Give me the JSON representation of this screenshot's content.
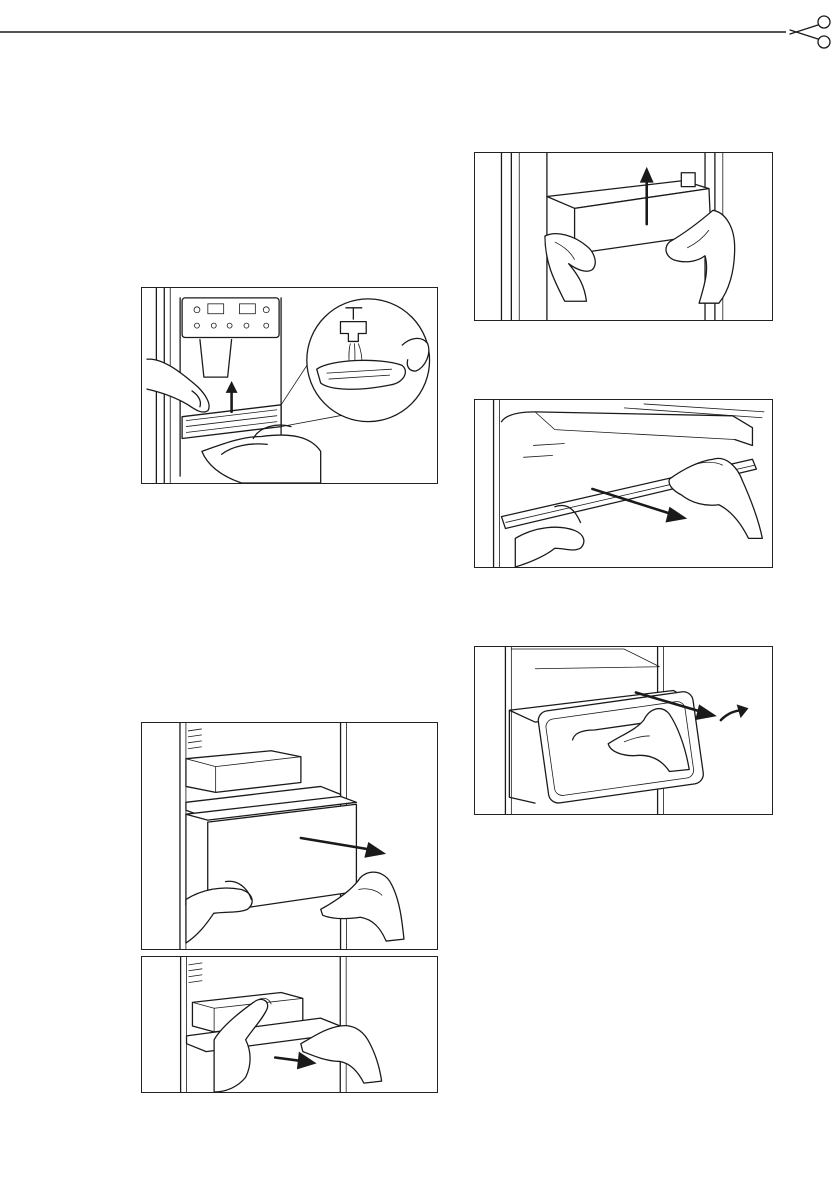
{
  "page": {
    "background": "#ffffff",
    "line_color": "#1a1a1a"
  },
  "header": {
    "icon": "scissors-icon"
  },
  "figures": [
    {
      "id": "fig-dispenser",
      "icon": "tap-water-icon"
    },
    {
      "id": "fig-shelf-lift",
      "icon": "arrow-up-icon"
    },
    {
      "id": "fig-glass-shelf",
      "icon": "arrow-right-icon"
    },
    {
      "id": "fig-drawer-pull",
      "icon": "arrow-right-icon"
    },
    {
      "id": "fig-crisper",
      "icon": "arrow-right-icon"
    },
    {
      "id": "fig-crisper-cover",
      "icon": "arrow-right-icon"
    }
  ]
}
